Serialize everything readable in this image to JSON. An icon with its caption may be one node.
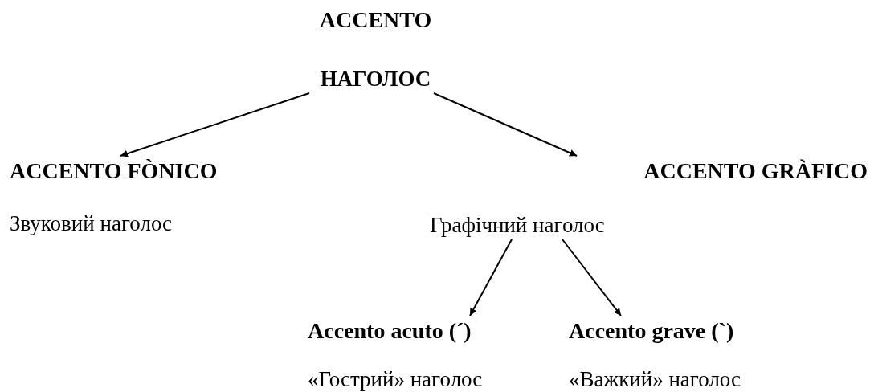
{
  "diagram": {
    "nodes": [
      {
        "text": [
          "ACCENTO",
          "НАГОЛОС"
        ]
      },
      {
        "text": [
          "ACCENTO FÒNICO",
          "Звуковий наголос"
        ]
      },
      {
        "text": [
          "ACCENTO GRÀFICO",
          "Графічний наголос"
        ]
      },
      {
        "text": [
          "Accento acuto (´)",
          "«Гострий» наголос"
        ]
      },
      {
        "text": [
          "Accento grave (`)",
          "«Важкий» наголос"
        ]
      }
    ],
    "edges": [
      {
        "from": 0,
        "to": 1,
        "arrow": "to"
      },
      {
        "from": 0,
        "to": 2,
        "arrow": "to"
      },
      {
        "from": 2,
        "to": 3,
        "arrow": "to"
      },
      {
        "from": 2,
        "to": 4,
        "arrow": "to"
      }
    ]
  }
}
